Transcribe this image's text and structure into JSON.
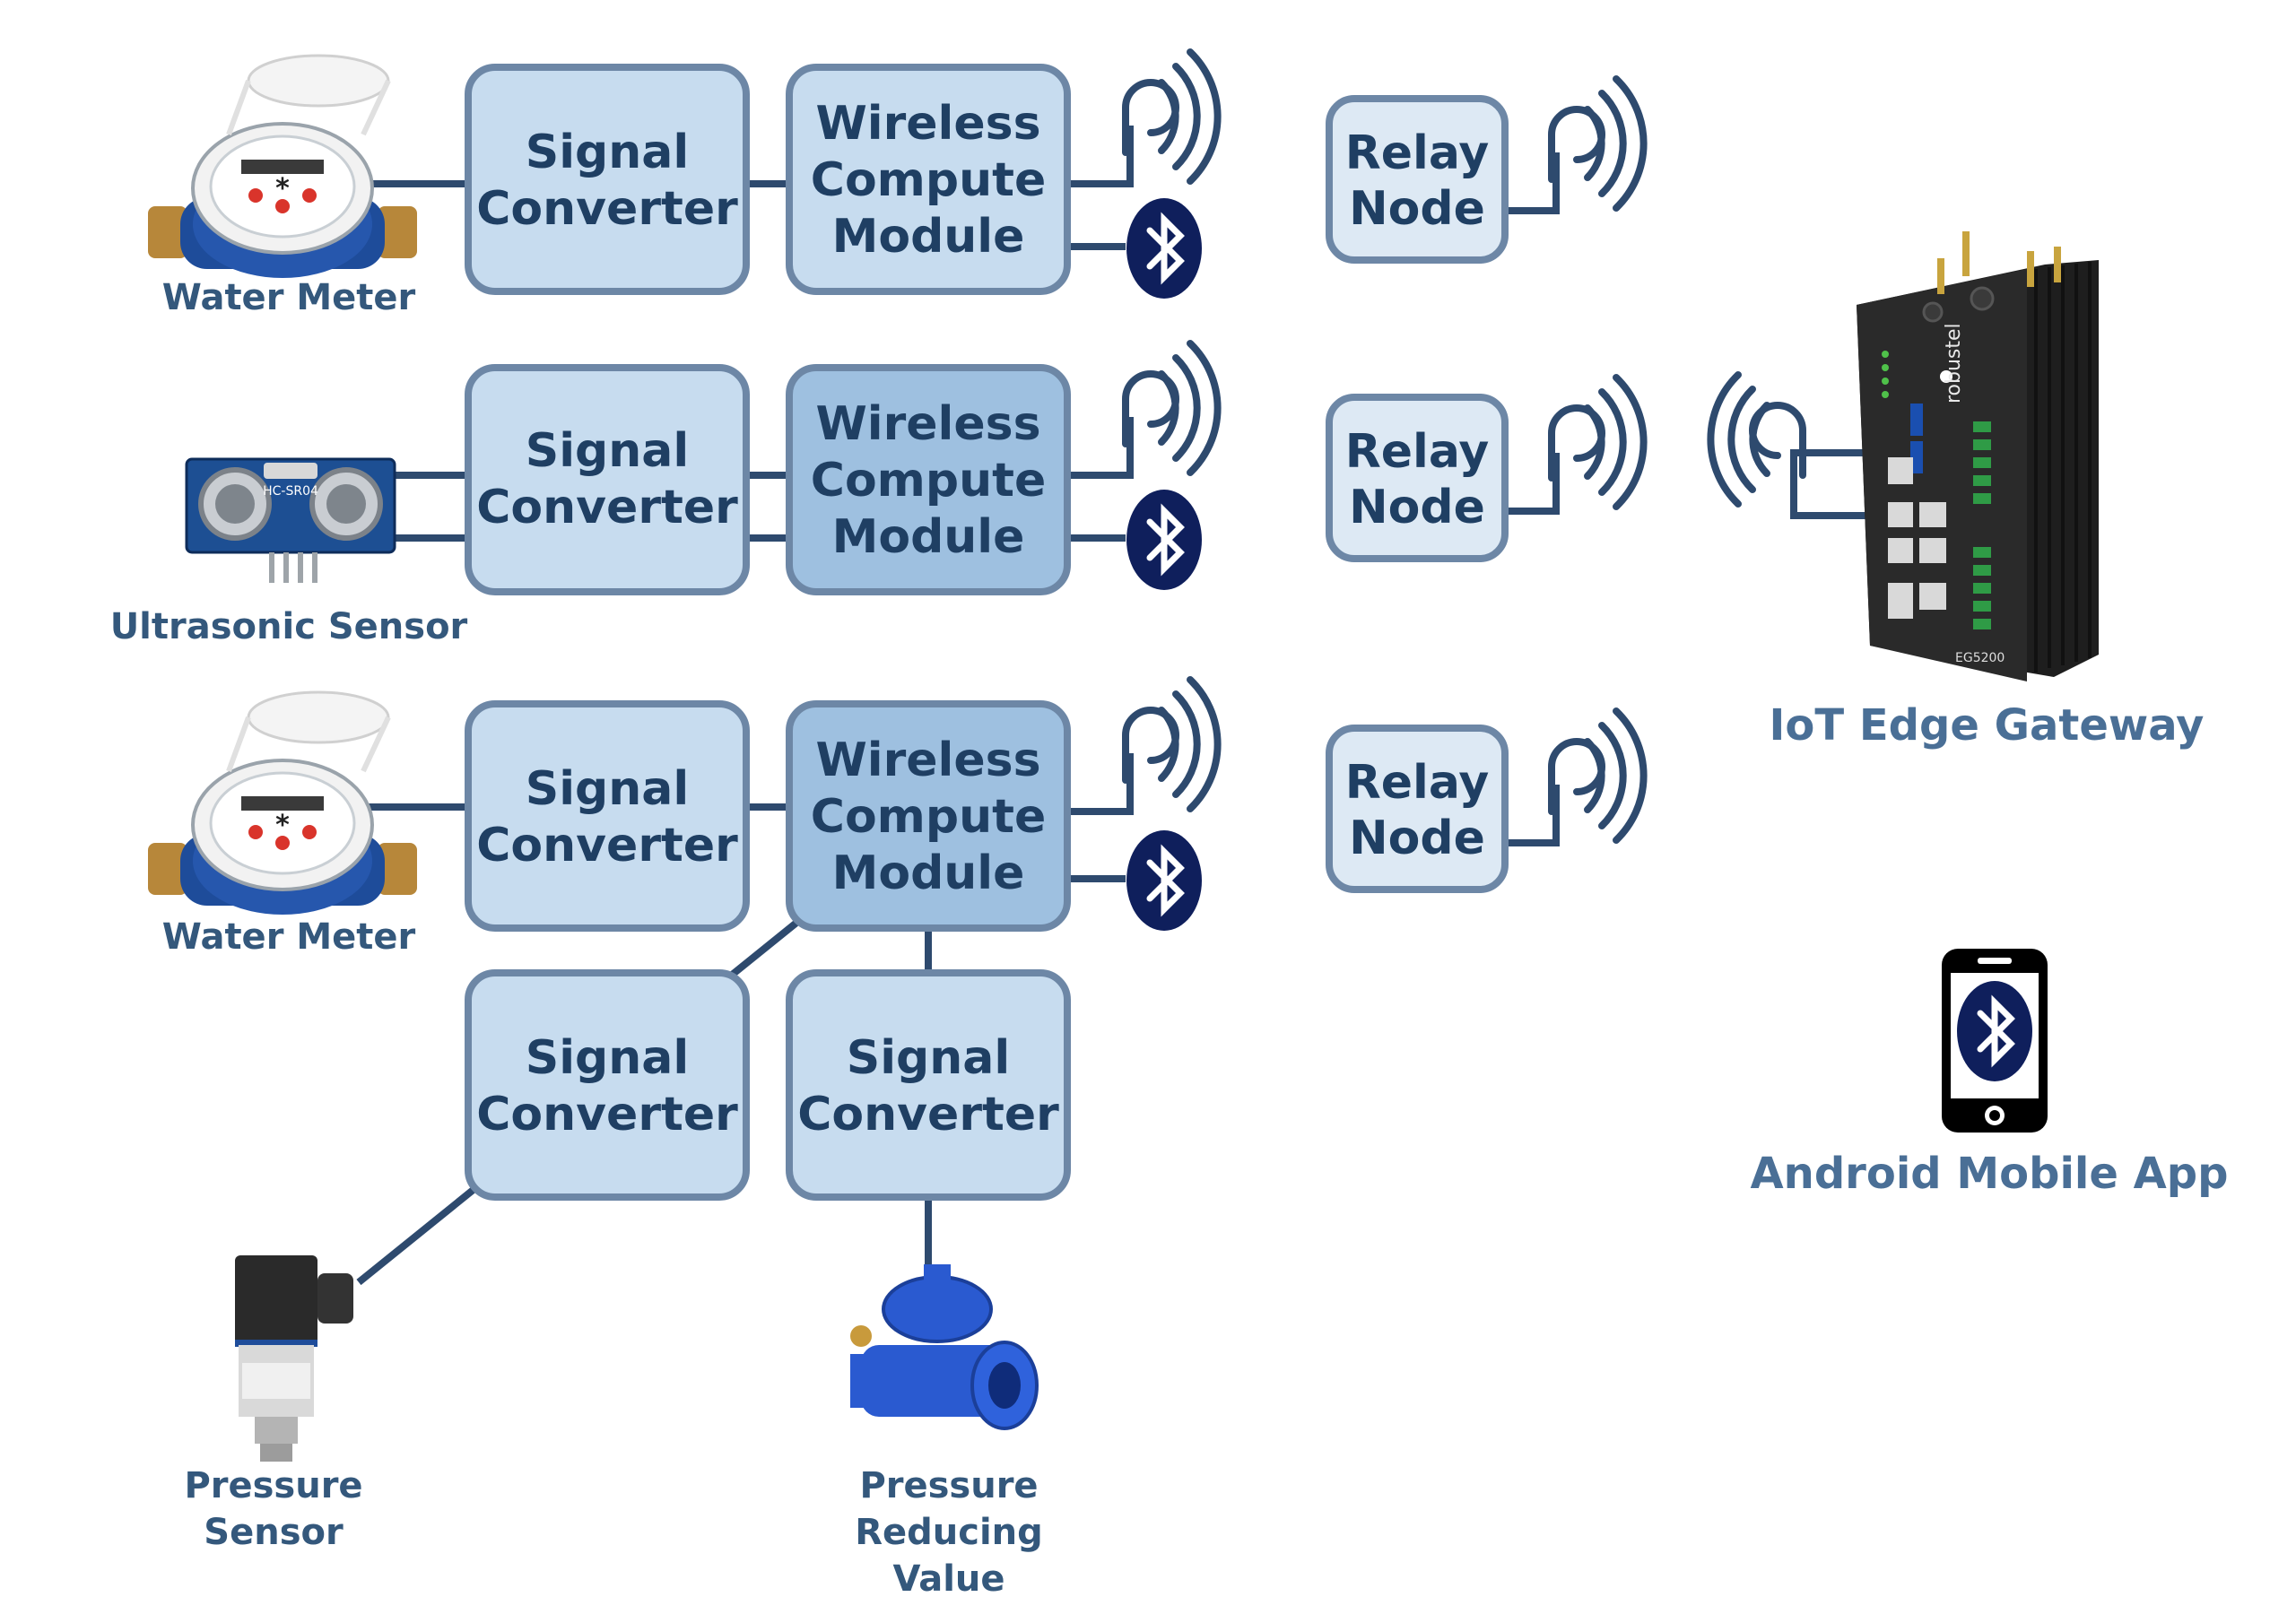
{
  "devices": {
    "water_meter_1": "Water Meter",
    "ultrasonic": "Ultrasonic Sensor",
    "water_meter_2": "Water Meter",
    "pressure_sensor": [
      "Pressure",
      "Sensor"
    ],
    "prv": [
      "Pressure",
      "Reducing",
      "Value"
    ]
  },
  "blocks": {
    "signal_converter": [
      "Signal",
      "Converter"
    ],
    "wireless_module": [
      "Wireless",
      "Compute",
      "Module"
    ],
    "relay_node": [
      "Relay",
      "Node"
    ]
  },
  "gateway": {
    "label": "IoT Edge Gateway",
    "brand": "robustel",
    "model": "EG5200"
  },
  "mobile": {
    "label": "Android Mobile App"
  },
  "ultrasonic_marking": "HC-SR04",
  "colors": {
    "line": "#2e4a6e",
    "box_fill_light": "#c7dcef",
    "box_fill_mid": "#9ec0e0",
    "box_stroke": "#6d87a6",
    "text_dark": "#1f3f63",
    "label_blue": "#4a6f96",
    "bluetooth_fill": "#0f1f5c"
  }
}
